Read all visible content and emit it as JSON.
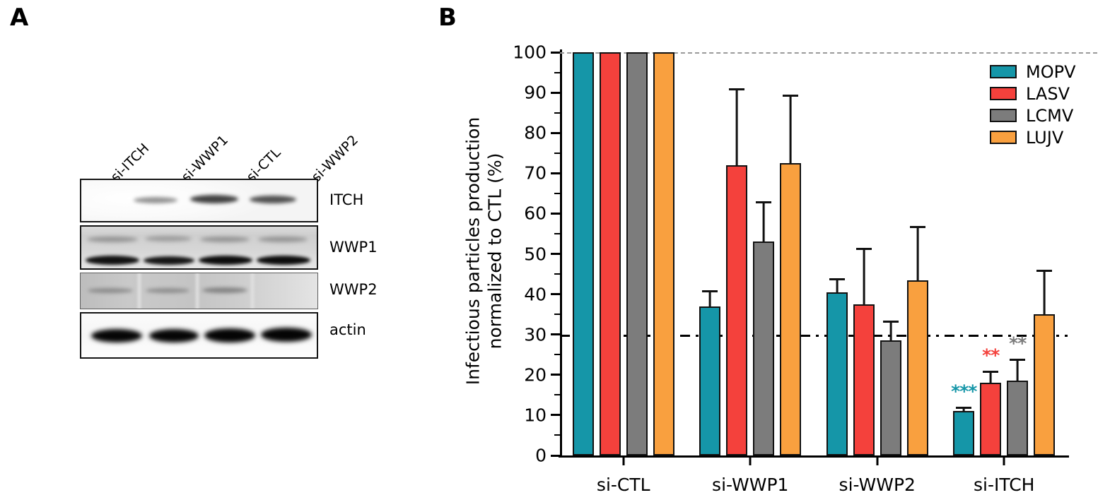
{
  "figure": {
    "panel_a_letter": "A",
    "panel_b_letter": "B"
  },
  "panel_a": {
    "lane_labels": [
      "si-ITCH",
      "si-WWP1",
      "si-CTL",
      "si-WWP2"
    ],
    "row_labels": [
      "ITCH",
      "WWP1",
      "WWP2",
      "actin"
    ]
  },
  "chart_data": {
    "type": "bar",
    "title": "",
    "xlabel": "",
    "ylabel": "Infectious particles production\nnormalized to CTL (%)",
    "ylim": [
      0,
      100
    ],
    "yticks": [
      0,
      10,
      20,
      30,
      40,
      50,
      60,
      70,
      80,
      90,
      100
    ],
    "ytick_labels": [
      "0",
      "10",
      "20",
      "30",
      "40",
      "50",
      "60",
      "70",
      "80",
      "90",
      "100"
    ],
    "minor_tick_step": 5,
    "grid": false,
    "legend_position": "top-right",
    "categories": [
      "si-CTL",
      "si-WWP1",
      "si-WWP2",
      "si-ITCH"
    ],
    "reference_lines": [
      {
        "name": "control-100-line",
        "value": 100,
        "style": "dashed",
        "color": "#9a9a9a"
      },
      {
        "name": "threshold-30-line",
        "value": 30,
        "style": "dash-dot",
        "color": "#000000"
      }
    ],
    "series": [
      {
        "name": "MOPV",
        "color": "#1596a8",
        "values": [
          100,
          37,
          40.5,
          11
        ],
        "errors": [
          0,
          4,
          3.5,
          1
        ],
        "significance": [
          "",
          "",
          "",
          "***"
        ]
      },
      {
        "name": "LASV",
        "color": "#f4413c",
        "values": [
          100,
          72,
          37.5,
          18
        ],
        "errors": [
          0,
          19,
          14,
          3
        ],
        "significance": [
          "",
          "",
          "",
          "**"
        ]
      },
      {
        "name": "LCMV",
        "color": "#7c7c7c",
        "values": [
          100,
          53,
          28.5,
          18.5
        ],
        "errors": [
          0,
          10,
          5,
          5.5
        ],
        "significance": [
          "",
          "",
          "",
          "**"
        ]
      },
      {
        "name": "LUJV",
        "color": "#f9a03f",
        "values": [
          100,
          72.5,
          43.5,
          35
        ],
        "errors": [
          0,
          17,
          13.5,
          11
        ],
        "significance": [
          "",
          "",
          "",
          ""
        ]
      }
    ]
  }
}
